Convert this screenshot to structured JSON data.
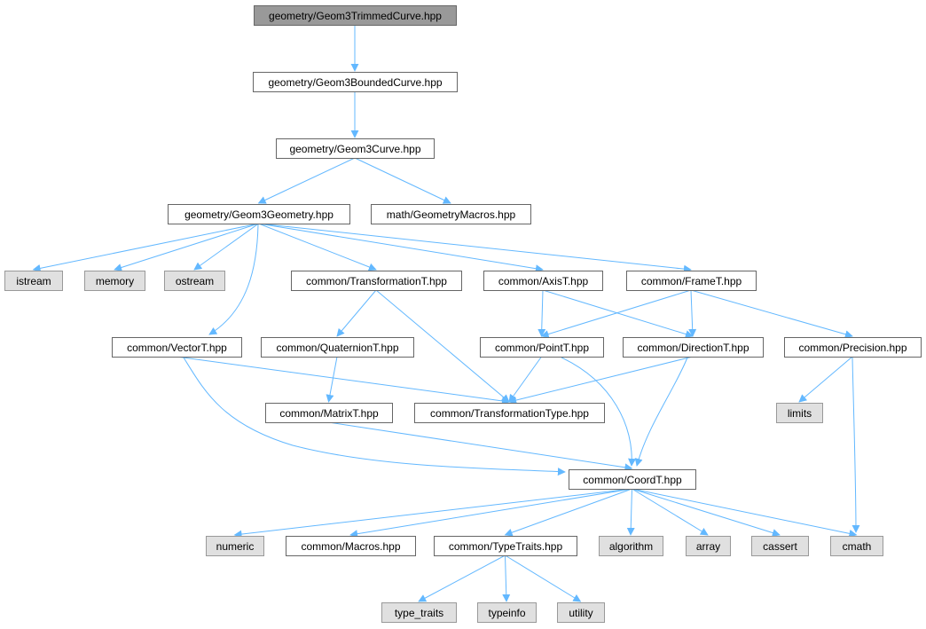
{
  "colors": {
    "edge": "#63b8ff",
    "node_fill": "#ffffff",
    "node_border": "#666666",
    "root_fill": "#999999",
    "external_fill": "#e0e0e0",
    "external_border": "#999999",
    "text": "#000000"
  },
  "nodes": [
    {
      "id": "n0",
      "label": "geometry/Geom3TrimmedCurve.hpp",
      "kind": "root"
    },
    {
      "id": "n1",
      "label": "geometry/Geom3BoundedCurve.hpp",
      "kind": "file"
    },
    {
      "id": "n2",
      "label": "geometry/Geom3Curve.hpp",
      "kind": "file"
    },
    {
      "id": "n3",
      "label": "geometry/Geom3Geometry.hpp",
      "kind": "file"
    },
    {
      "id": "n4",
      "label": "math/GeometryMacros.hpp",
      "kind": "file"
    },
    {
      "id": "n5",
      "label": "istream",
      "kind": "external"
    },
    {
      "id": "n6",
      "label": "memory",
      "kind": "external"
    },
    {
      "id": "n7",
      "label": "ostream",
      "kind": "external"
    },
    {
      "id": "n8",
      "label": "common/TransformationT.hpp",
      "kind": "file"
    },
    {
      "id": "n9",
      "label": "common/AxisT.hpp",
      "kind": "file"
    },
    {
      "id": "n10",
      "label": "common/FrameT.hpp",
      "kind": "file"
    },
    {
      "id": "n11",
      "label": "common/VectorT.hpp",
      "kind": "file"
    },
    {
      "id": "n12",
      "label": "common/QuaternionT.hpp",
      "kind": "file"
    },
    {
      "id": "n13",
      "label": "common/PointT.hpp",
      "kind": "file"
    },
    {
      "id": "n14",
      "label": "common/DirectionT.hpp",
      "kind": "file"
    },
    {
      "id": "n15",
      "label": "common/Precision.hpp",
      "kind": "file"
    },
    {
      "id": "n16",
      "label": "common/MatrixT.hpp",
      "kind": "file"
    },
    {
      "id": "n17",
      "label": "common/TransformationType.hpp",
      "kind": "file"
    },
    {
      "id": "n18",
      "label": "limits",
      "kind": "external"
    },
    {
      "id": "n19",
      "label": "common/CoordT.hpp",
      "kind": "file"
    },
    {
      "id": "n20",
      "label": "numeric",
      "kind": "external"
    },
    {
      "id": "n21",
      "label": "common/Macros.hpp",
      "kind": "file"
    },
    {
      "id": "n22",
      "label": "common/TypeTraits.hpp",
      "kind": "file"
    },
    {
      "id": "n23",
      "label": "algorithm",
      "kind": "external"
    },
    {
      "id": "n24",
      "label": "array",
      "kind": "external"
    },
    {
      "id": "n25",
      "label": "cassert",
      "kind": "external"
    },
    {
      "id": "n26",
      "label": "cmath",
      "kind": "external"
    },
    {
      "id": "n27",
      "label": "type_traits",
      "kind": "external"
    },
    {
      "id": "n28",
      "label": "typeinfo",
      "kind": "external"
    },
    {
      "id": "n29",
      "label": "utility",
      "kind": "external"
    }
  ],
  "edges": [
    [
      "n0",
      "n1"
    ],
    [
      "n1",
      "n2"
    ],
    [
      "n2",
      "n3"
    ],
    [
      "n2",
      "n4"
    ],
    [
      "n3",
      "n5"
    ],
    [
      "n3",
      "n6"
    ],
    [
      "n3",
      "n7"
    ],
    [
      "n3",
      "n11"
    ],
    [
      "n3",
      "n8"
    ],
    [
      "n3",
      "n9"
    ],
    [
      "n3",
      "n10"
    ],
    [
      "n8",
      "n12"
    ],
    [
      "n8",
      "n17"
    ],
    [
      "n9",
      "n13"
    ],
    [
      "n9",
      "n14"
    ],
    [
      "n10",
      "n13"
    ],
    [
      "n10",
      "n14"
    ],
    [
      "n10",
      "n15"
    ],
    [
      "n11",
      "n17"
    ],
    [
      "n11",
      "n19"
    ],
    [
      "n12",
      "n16"
    ],
    [
      "n13",
      "n17"
    ],
    [
      "n13",
      "n19"
    ],
    [
      "n14",
      "n17"
    ],
    [
      "n14",
      "n19"
    ],
    [
      "n15",
      "n18"
    ],
    [
      "n15",
      "n26"
    ],
    [
      "n16",
      "n19"
    ],
    [
      "n19",
      "n20"
    ],
    [
      "n19",
      "n21"
    ],
    [
      "n19",
      "n22"
    ],
    [
      "n19",
      "n23"
    ],
    [
      "n19",
      "n24"
    ],
    [
      "n19",
      "n25"
    ],
    [
      "n19",
      "n26"
    ],
    [
      "n22",
      "n27"
    ],
    [
      "n22",
      "n28"
    ],
    [
      "n22",
      "n29"
    ]
  ]
}
